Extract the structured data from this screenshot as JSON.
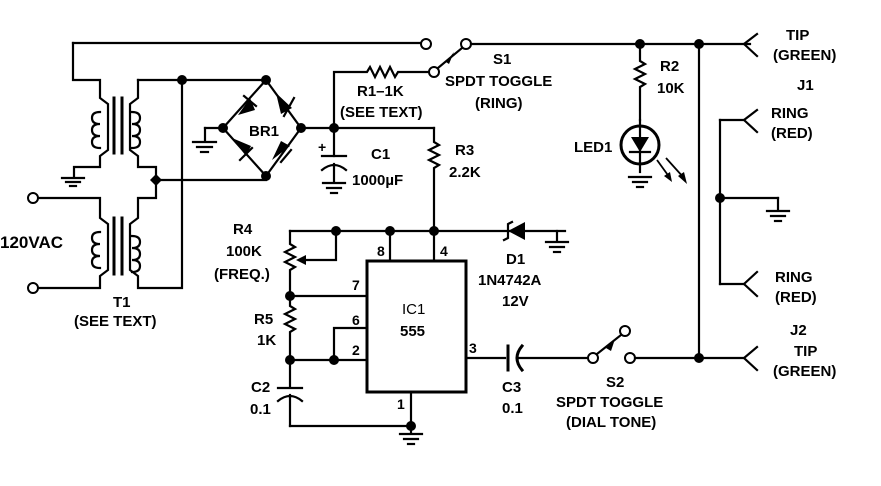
{
  "title": "Telephone ring and dial-tone generator schematic",
  "components": {
    "T1": {
      "ref": "T1",
      "note": "(SEE TEXT)",
      "type": "transformer"
    },
    "BR1": {
      "ref": "BR1",
      "type": "bridge-rectifier"
    },
    "R1": {
      "ref": "R1–1K",
      "note": "(SEE TEXT)",
      "type": "resistor"
    },
    "C1": {
      "ref": "C1",
      "value": "1000µF",
      "type": "electrolytic-capacitor"
    },
    "R3": {
      "ref": "R3",
      "value": "2.2K",
      "type": "resistor"
    },
    "S1": {
      "ref": "S1",
      "desc": "SPDT TOGGLE",
      "note": "(RING)",
      "type": "switch"
    },
    "R2": {
      "ref": "R2",
      "value": "10K",
      "type": "resistor"
    },
    "LED1": {
      "ref": "LED1",
      "type": "led"
    },
    "R4": {
      "ref": "R4",
      "value": "100K",
      "note": "(FREQ.)",
      "type": "potentiometer"
    },
    "R5": {
      "ref": "R5",
      "value": "1K",
      "type": "resistor"
    },
    "C2": {
      "ref": "C2",
      "value": "0.1",
      "type": "capacitor"
    },
    "IC1": {
      "ref": "IC1",
      "value": "555",
      "type": "timer-ic",
      "pins": {
        "p8": "8",
        "p4": "4",
        "p7": "7",
        "p6": "6",
        "p2": "2",
        "p3": "3",
        "p1": "1"
      }
    },
    "D1": {
      "ref": "D1",
      "value": "1N4742A",
      "voltage": "12V",
      "type": "zener-diode"
    },
    "C3": {
      "ref": "C3",
      "value": "0.1",
      "type": "capacitor"
    },
    "S2": {
      "ref": "S2",
      "desc": "SPDT TOGGLE",
      "note": "(DIAL TONE)",
      "type": "switch"
    }
  },
  "input": {
    "label": "120VAC"
  },
  "jacks": {
    "J1": {
      "ref": "J1",
      "tip": "TIP",
      "tip_color": "(GREEN)",
      "ring": "RING",
      "ring_color": "(RED)"
    },
    "J2": {
      "ref": "J2",
      "tip": "TIP",
      "tip_color": "(GREEN)",
      "ring": "RING",
      "ring_color": "(RED)"
    }
  }
}
